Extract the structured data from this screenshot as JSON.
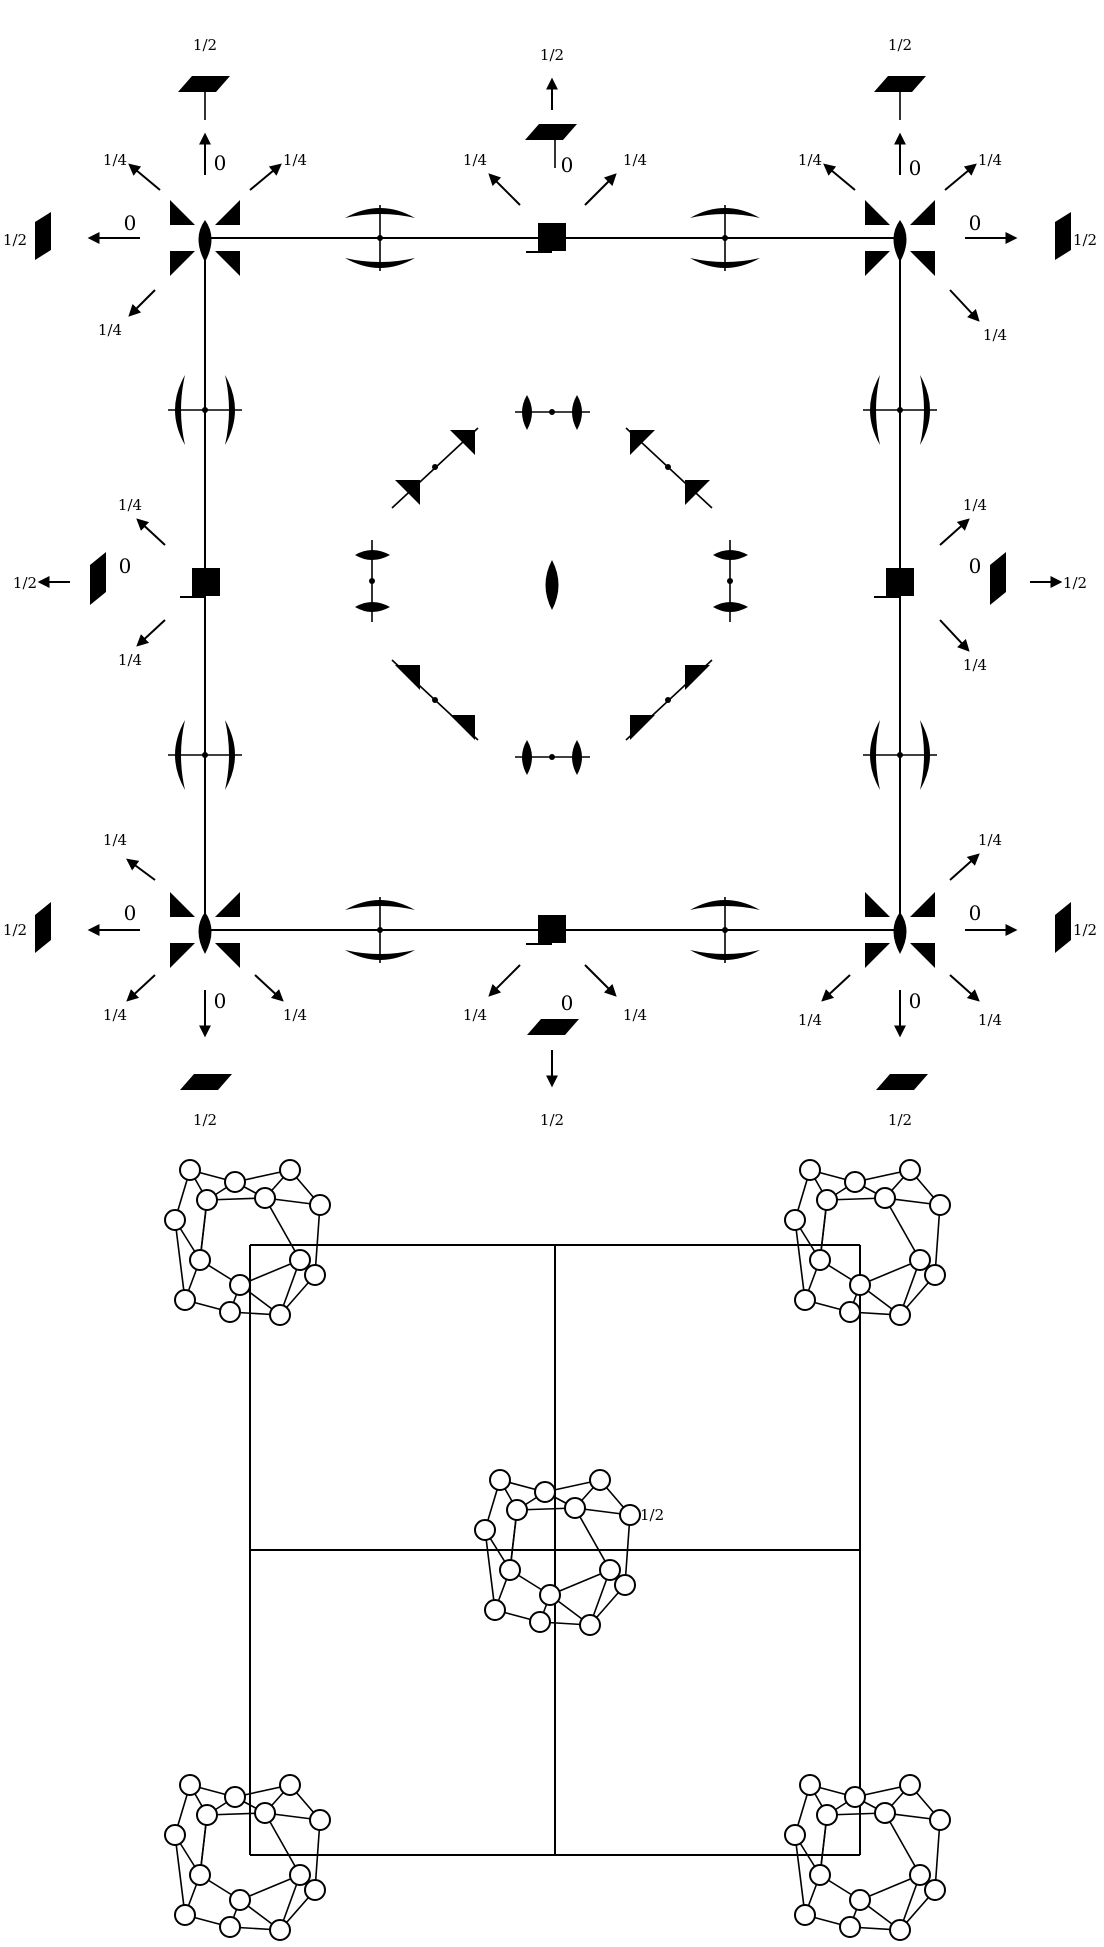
{
  "diagram": {
    "symmetry_fractions": {
      "half": "1/2",
      "quarter": "1/4",
      "zero": "0"
    },
    "structure_height_label": "1/2",
    "colors": {
      "ink": "#000000",
      "background": "#ffffff"
    },
    "icons": [
      "fourfold-axis-icon",
      "twofold-axis-icon",
      "mirror-plane-icon",
      "glide-plane-arrow-icon",
      "inversion-center-icon",
      "coordination-polyhedron-icon"
    ]
  }
}
